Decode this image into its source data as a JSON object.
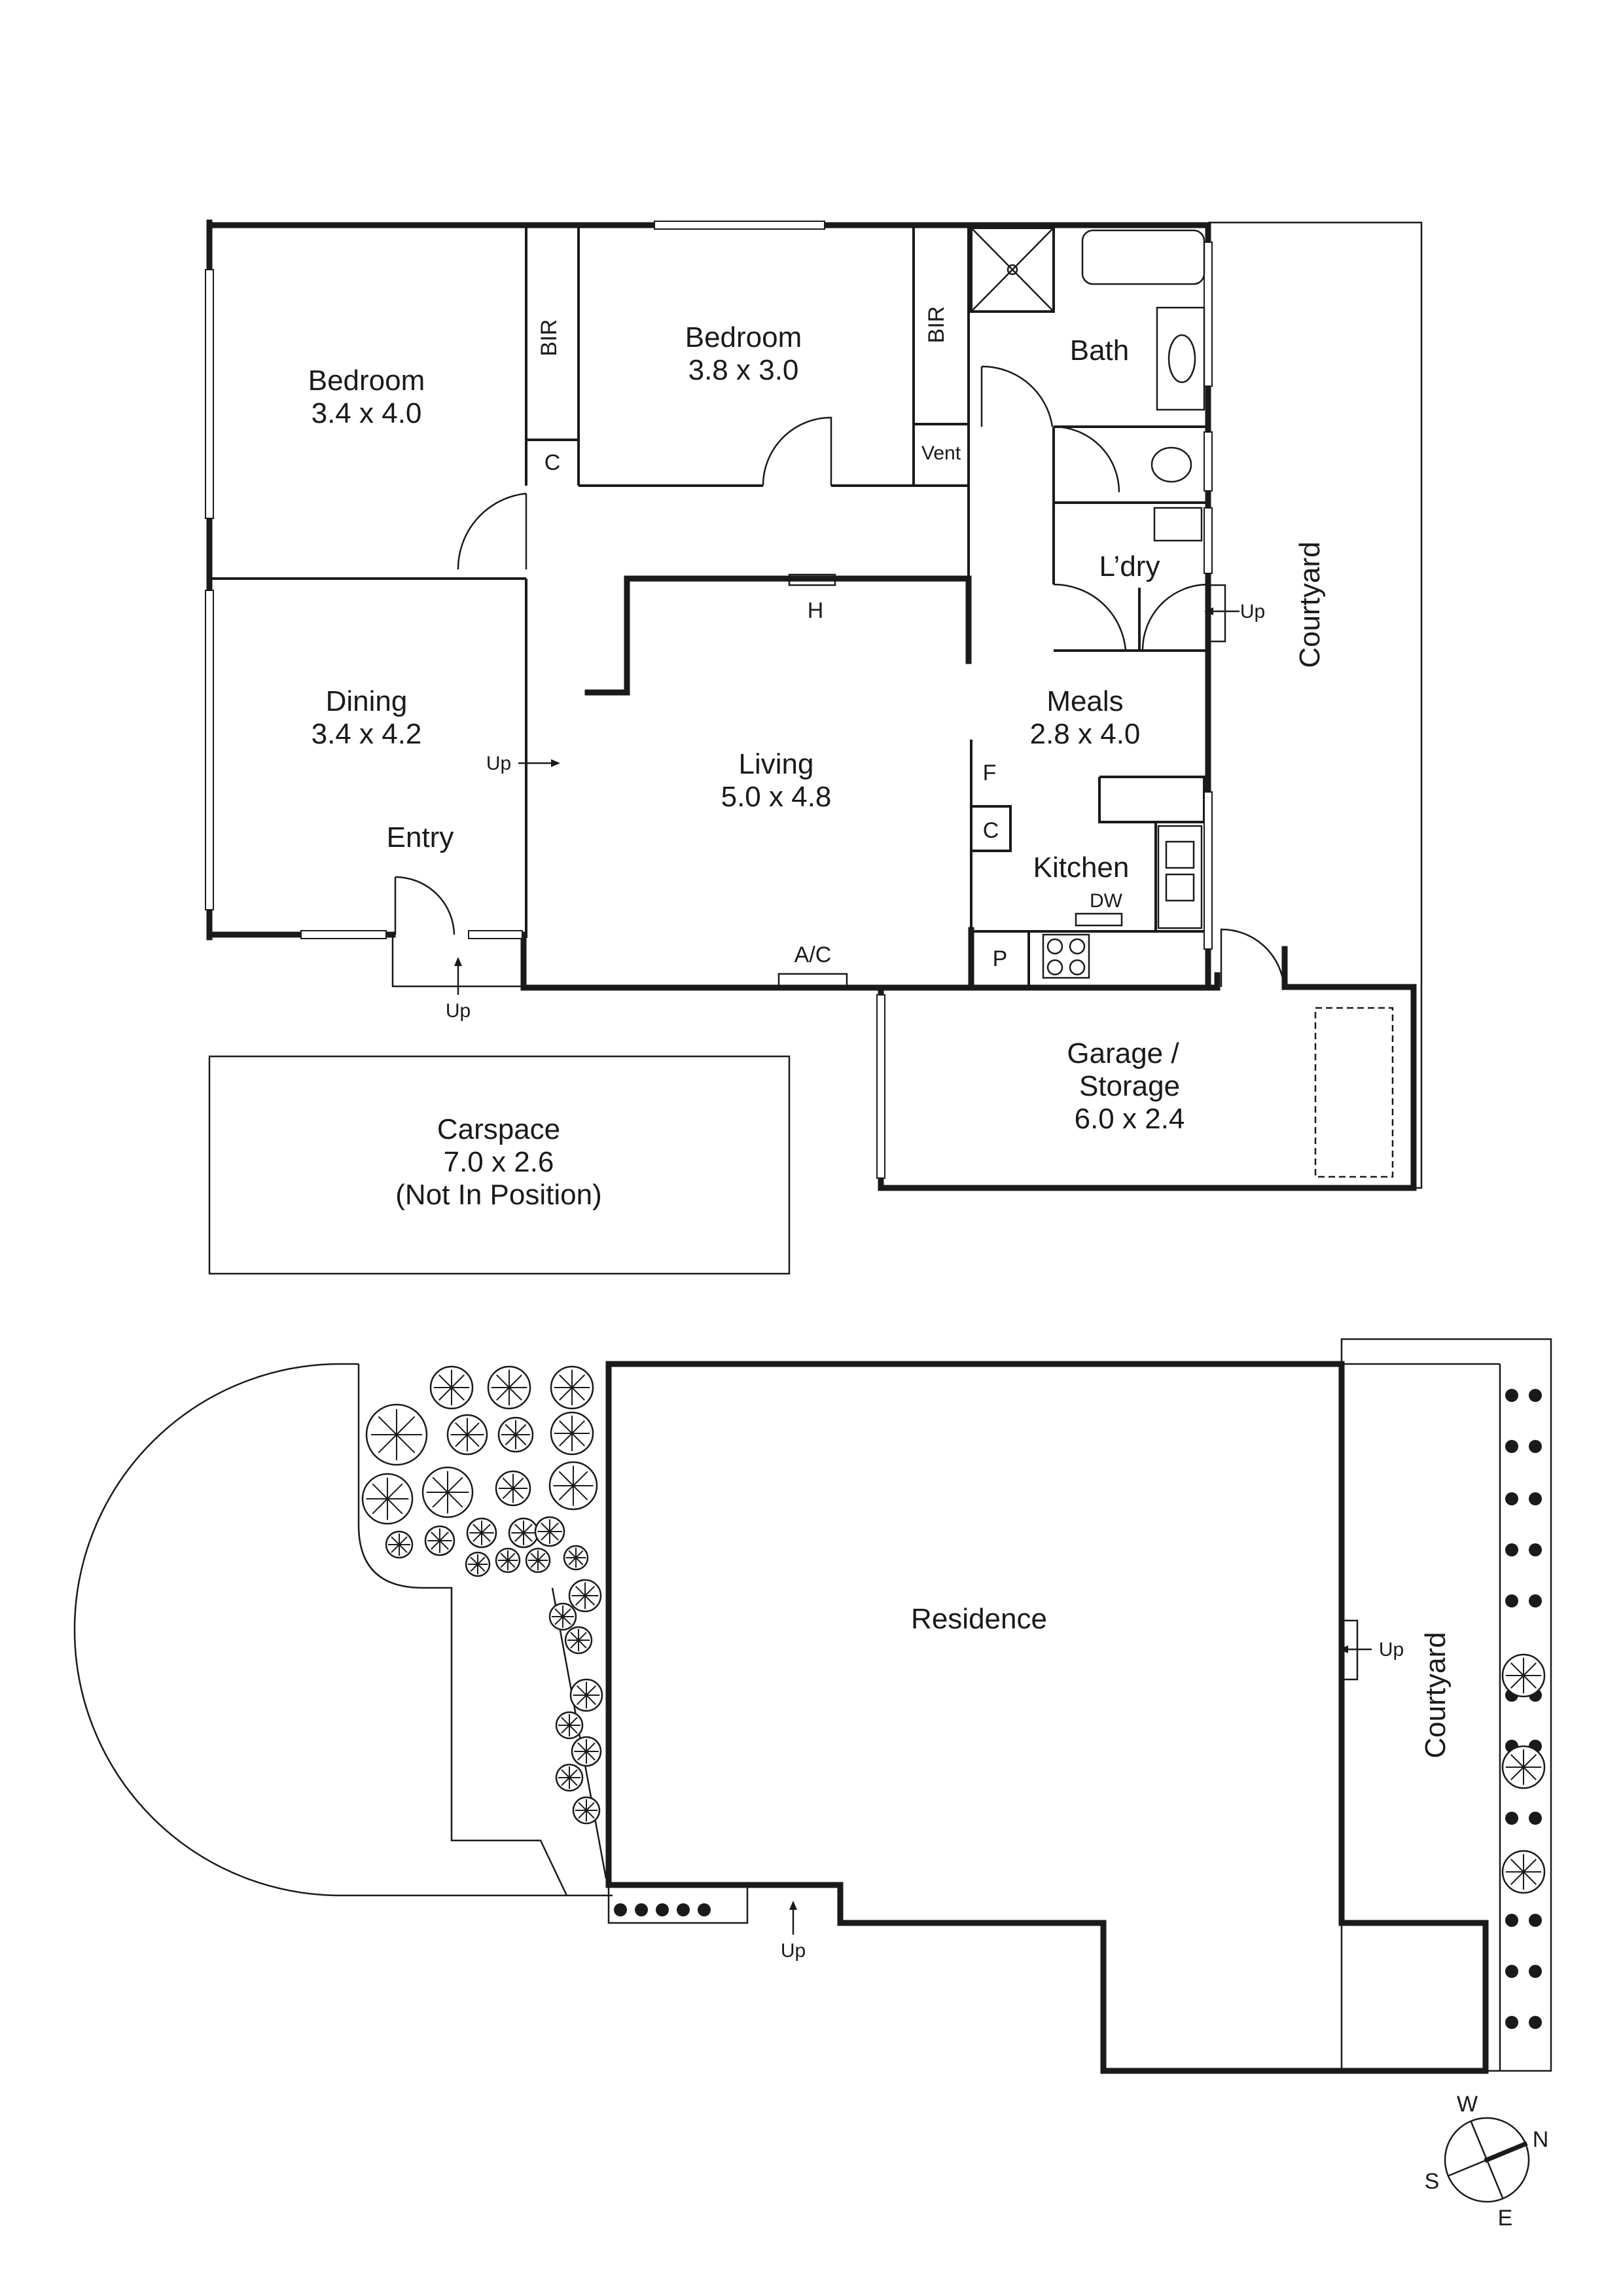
{
  "upper_plan": {
    "rooms": [
      {
        "name": "Bedroom",
        "size": "3.4 x 4.0"
      },
      {
        "name": "Bedroom",
        "size": "3.8 x 3.0"
      },
      {
        "name": "Bath",
        "size": ""
      },
      {
        "name": "L’dry",
        "size": ""
      },
      {
        "name": "Dining",
        "size": "3.4 x 4.2"
      },
      {
        "name": "Living",
        "size": "5.0 x 4.8"
      },
      {
        "name": "Meals",
        "size": "2.8 x 4.0"
      },
      {
        "name": "Kitchen",
        "size": ""
      },
      {
        "name": "Entry",
        "size": ""
      },
      {
        "name": "Garage /",
        "size": "Storage"
      },
      {
        "name": "Courtyard",
        "size": ""
      }
    ],
    "garage_size": "6.0 x 2.4",
    "fixtures": {
      "bir": "BIR",
      "cupboard": "C",
      "vent": "Vent",
      "heater": "H",
      "ac": "A/C",
      "fridge": "F",
      "pantry": "P",
      "dishwasher": "DW"
    },
    "up_label": "Up"
  },
  "carspace": {
    "line1": "Carspace",
    "line2": "7.0 x 2.6",
    "line3": "(Not In Position)"
  },
  "site_plan": {
    "residence": "Residence",
    "courtyard": "Courtyard",
    "up_label": "Up"
  },
  "compass": {
    "n": "N",
    "s": "S",
    "e": "E",
    "w": "W"
  }
}
